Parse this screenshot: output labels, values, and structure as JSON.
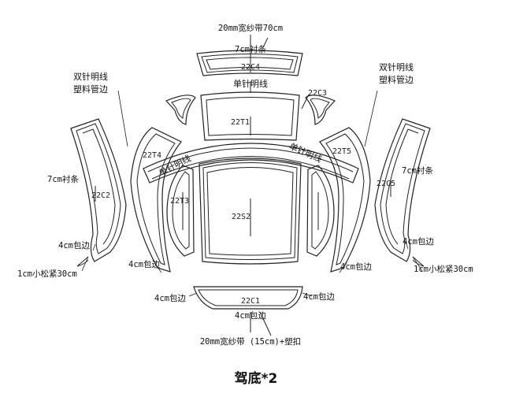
{
  "title": "驾底*2",
  "parts": {
    "c4": "22C4",
    "c3": "22C3",
    "t1": "22T1",
    "t4": "22T4",
    "t5": "22T5",
    "c2": "22C2",
    "c5": "22C5",
    "t3": "22T3",
    "s2": "22S2",
    "c1": "22C1"
  },
  "annotations": {
    "top_band": "20mm宽纱带70cm",
    "top_liner": "7cm衬条",
    "single_stitch_top": "单针明线",
    "double_stitch_left": "双针明线\n塑料管边",
    "double_stitch_right": "双针明线\n塑料管边",
    "single_stitch_left_arc": "单针明线",
    "single_stitch_right_arc": "单针明线",
    "liner_left": "7cm衬条",
    "liner_right": "7cm衬条",
    "bind_left_outer": "4cm包边",
    "bind_right_outer": "4cm包边",
    "elastic_left": "1cm小松紧30cm",
    "elastic_right": "1cm小松紧30cm",
    "bind_left_inner": "4cm包边",
    "bind_right_inner": "4cm包边",
    "bind_bottom_left": "4cm包边",
    "bind_bottom_right": "4cm包边",
    "bind_bottom_center": "4cm包边",
    "bottom_band": "20mm宽纱带 (15cm)+塑扣"
  }
}
